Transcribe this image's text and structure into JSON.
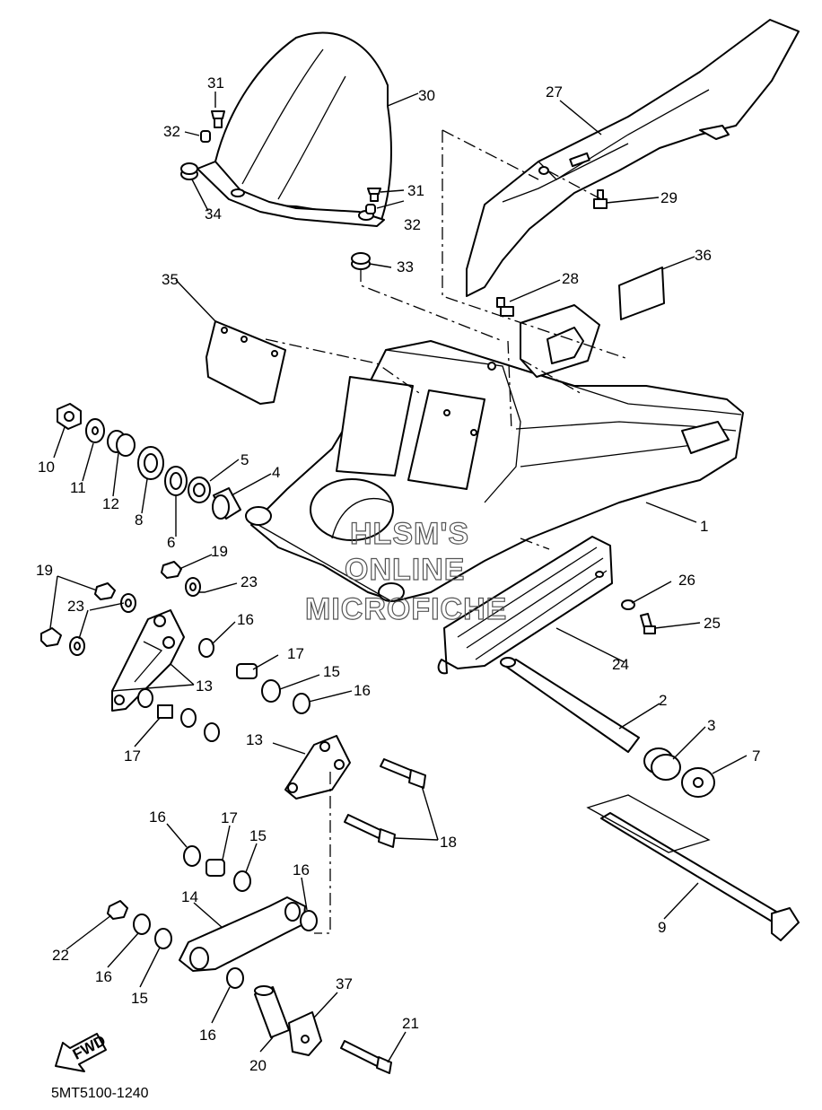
{
  "diagram_ref": "5MT5100-1240",
  "fwd_label": "FWD",
  "watermark": [
    "HLSM'S",
    "ONLINE",
    "MICROFICHE"
  ],
  "callouts": {
    "p1": "1",
    "p2": "2",
    "p3": "3",
    "p4": "4",
    "p5": "5",
    "p6": "6",
    "p7": "7",
    "p8": "8",
    "p9": "9",
    "p10": "10",
    "p11": "11",
    "p12": "12",
    "p13a": "13",
    "p13b": "13",
    "p14": "14",
    "p15a": "15",
    "p15b": "15",
    "p15c": "15",
    "p16a": "16",
    "p16b": "16",
    "p16c": "16",
    "p16d": "16",
    "p16e": "16",
    "p16f": "16",
    "p17a": "17",
    "p17b": "17",
    "p17c": "17",
    "p18": "18",
    "p19a": "19",
    "p19b": "19",
    "p20": "20",
    "p21": "21",
    "p22": "22",
    "p23a": "23",
    "p23b": "23",
    "p24": "24",
    "p25": "25",
    "p26": "26",
    "p27": "27",
    "p28": "28",
    "p29": "29",
    "p30": "30",
    "p31a": "31",
    "p31b": "31",
    "p32a": "32",
    "p32b": "32",
    "p33": "33",
    "p34": "34",
    "p35": "35",
    "p36": "36",
    "p37": "37"
  }
}
